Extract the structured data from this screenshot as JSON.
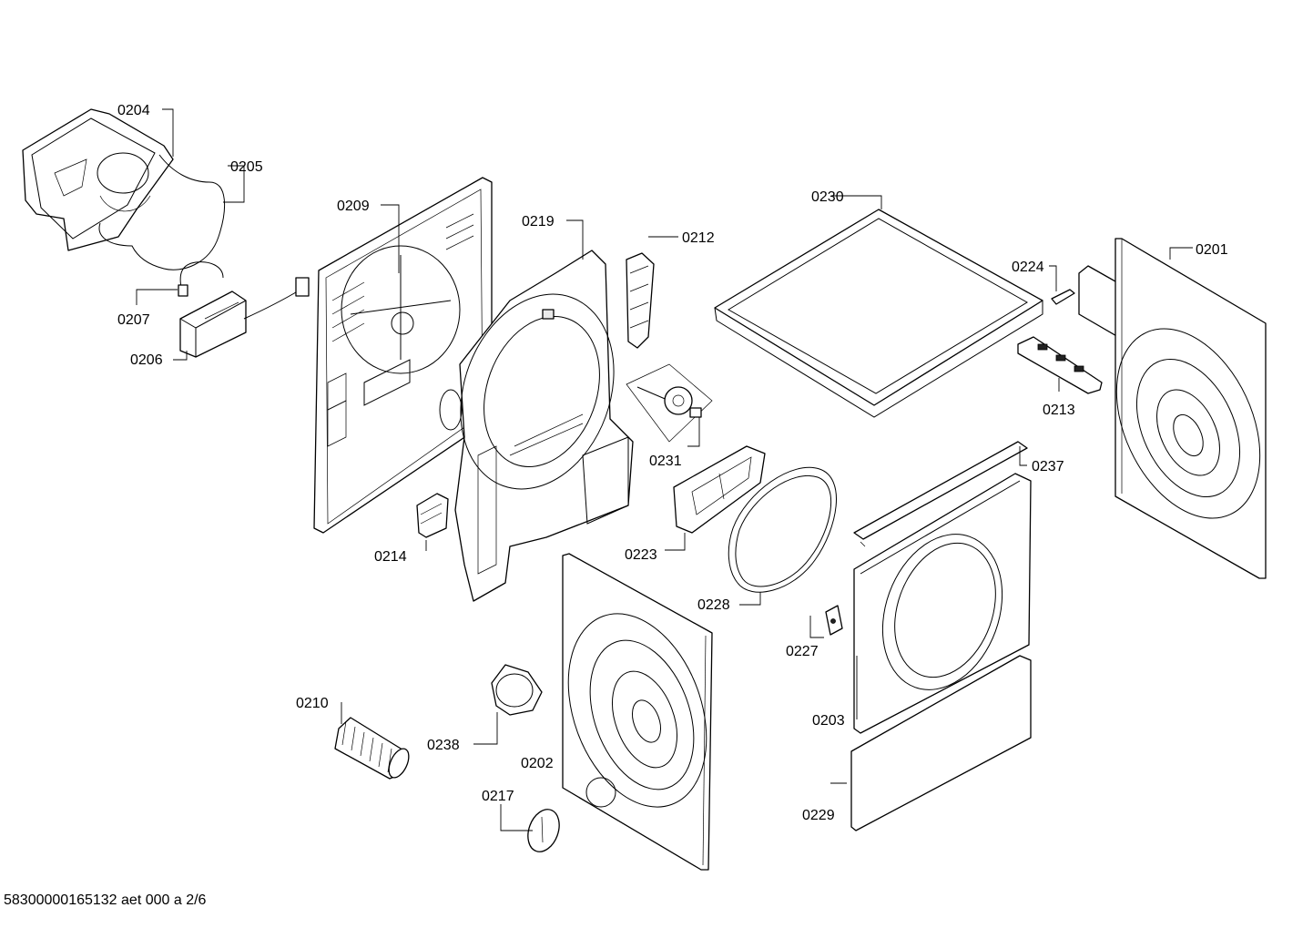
{
  "callouts": {
    "c0201": "0201",
    "c0202": "0202",
    "c0203": "0203",
    "c0204": "0204",
    "c0205": "0205",
    "c0206": "0206",
    "c0207": "0207",
    "c0209": "0209",
    "c0210": "0210",
    "c0212": "0212",
    "c0213": "0213",
    "c0214": "0214",
    "c0217": "0217",
    "c0219": "0219",
    "c0223": "0223",
    "c0224": "0224",
    "c0227": "0227",
    "c0228": "0228",
    "c0229": "0229",
    "c0230": "0230",
    "c0231": "0231",
    "c0237": "0237",
    "c0238": "0238"
  },
  "document_code": "58300000165132 aet 000 a 2/6"
}
